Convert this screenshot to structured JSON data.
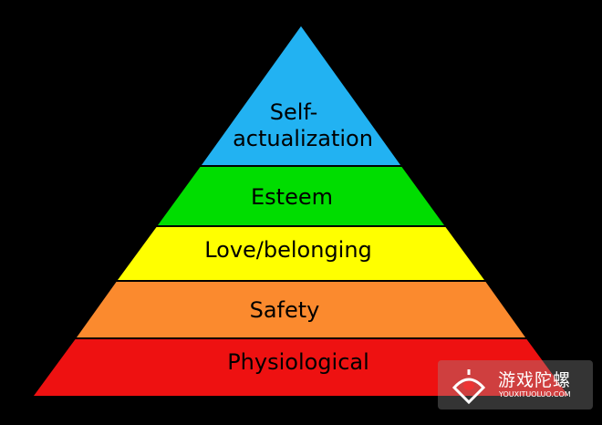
{
  "diagram": {
    "tiers": [
      {
        "label_lines": [
          "Self-",
          "actualization"
        ],
        "color": "#22b2f2"
      },
      {
        "label_lines": [
          "Esteem"
        ],
        "color": "#00dd00"
      },
      {
        "label_lines": [
          "Love/belonging"
        ],
        "color": "#ffff00"
      },
      {
        "label_lines": [
          "Safety"
        ],
        "color": "#fb8a2e"
      },
      {
        "label_lines": [
          "Physiological"
        ],
        "color": "#ee1111"
      }
    ],
    "background": "#000000",
    "outline_color": "#000000"
  },
  "watermark": {
    "name_cn": "游戏陀螺",
    "url": "YOUXITUOLUO.COM"
  }
}
